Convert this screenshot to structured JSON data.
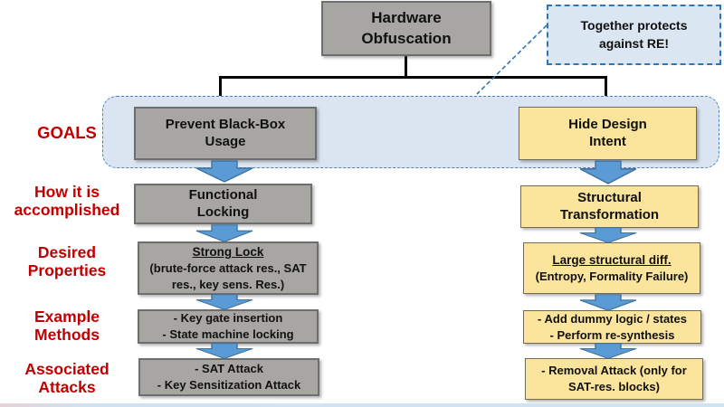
{
  "colors": {
    "gray_fill": "#a8a6a3",
    "yellow_fill": "#fbe49c",
    "arrow_blue": "#5b9bd5",
    "arrow_border": "#41719c",
    "container_fill": "#dbe5f1",
    "container_border": "#4f81bd",
    "note_border": "#2e75b6",
    "label_red": "#c00000",
    "connector_black": "#000000"
  },
  "title_box": {
    "lines": [
      "Hardware",
      "Obfuscation"
    ]
  },
  "note_box": {
    "lines": [
      "Together protects",
      "against RE!"
    ]
  },
  "labels": {
    "goals": {
      "lines": [
        "GOALS"
      ]
    },
    "how": {
      "lines": [
        "How it is",
        "accomplished"
      ]
    },
    "desired": {
      "lines": [
        "Desired",
        "Properties"
      ]
    },
    "example": {
      "lines": [
        "Example",
        "Methods"
      ]
    },
    "associated": {
      "lines": [
        "Associated",
        "Attacks"
      ]
    }
  },
  "left_track": {
    "goal": {
      "lines": [
        "Prevent Black-Box",
        "Usage"
      ]
    },
    "method": {
      "lines": [
        "Functional",
        "Locking"
      ]
    },
    "property": {
      "title": "Strong Lock",
      "lines": [
        "(brute-force attack res., SAT",
        "res., key sens. Res.)"
      ]
    },
    "examples": {
      "lines": [
        "- Key gate insertion",
        "- State machine locking"
      ]
    },
    "attacks": {
      "lines": [
        "- SAT Attack",
        "- Key Sensitization Attack"
      ]
    }
  },
  "right_track": {
    "goal": {
      "lines": [
        "Hide Design",
        "Intent"
      ]
    },
    "method": {
      "lines": [
        "Structural",
        "Transformation"
      ]
    },
    "property": {
      "title": "Large structural diff.",
      "lines": [
        "(Entropy, Formality Failure)"
      ]
    },
    "examples": {
      "lines": [
        "- Add dummy logic / states",
        "- Perform re-synthesis"
      ]
    },
    "attacks": {
      "lines": [
        "- Removal Attack (only for",
        "SAT-res. blocks)"
      ]
    }
  }
}
